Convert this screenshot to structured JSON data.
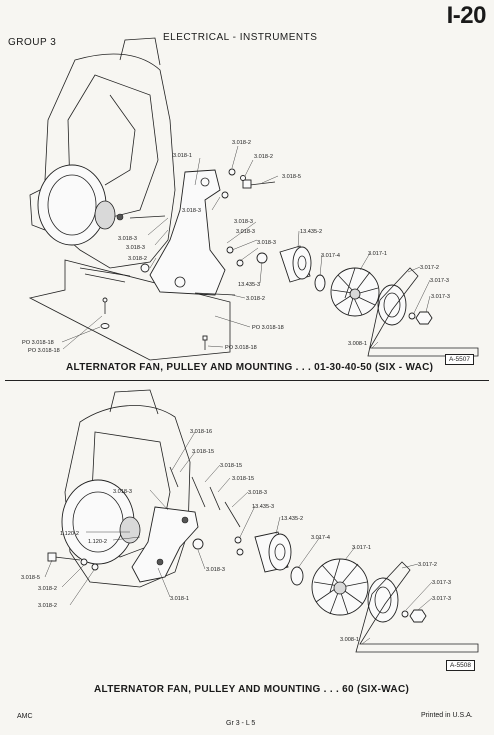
{
  "header": {
    "group": "GROUP 3",
    "section": "ELECTRICAL - INSTRUMENTS",
    "page_number": "I-20"
  },
  "figure_top": {
    "caption": "ALTERNATOR FAN, PULLEY AND MOUNTING . . . 01-30-40-50 (SIX - WAC)",
    "ref_code": "A-5507",
    "callouts": [
      "3.018-1",
      "3.018-2",
      "3.018-2",
      "3.018-5",
      "3.018-3",
      "3.018-3",
      "3.018-3",
      "3.018-3",
      "3.018-3",
      "3.018-2",
      "3.018-3",
      "13.435-2",
      "13.435-3",
      "3.018-2",
      "3.017-4",
      "3.017-1",
      "3.017-2",
      "3.017-3",
      "3.017-3",
      "3.008-1",
      "PO 3.018-18",
      "PO 3.018-18",
      "PO 3.018-18",
      "PO 3.018-18"
    ]
  },
  "figure_bottom": {
    "caption": "ALTERNATOR FAN, PULLEY AND MOUNTING . . . 60 (SIX-WAC)",
    "ref_code": "A-5508",
    "callouts": [
      "3.018-16",
      "3.018-15",
      "3.018-15",
      "3.018-15",
      "3.018-3",
      "3.018-3",
      "13.435-3",
      "13.435-2",
      "3.017-4",
      "3.017-1",
      "1.120-2",
      "1.120-2",
      "3.018-5",
      "3.018-2",
      "3.018-2",
      "3.018-3",
      "3.018-1",
      "3.017-2",
      "3.017-3",
      "3.017-3",
      "3.008-1"
    ]
  },
  "footer": {
    "left": "AMC",
    "center": "Gr 3 - L 5",
    "right": "Printed in U.S.A."
  }
}
